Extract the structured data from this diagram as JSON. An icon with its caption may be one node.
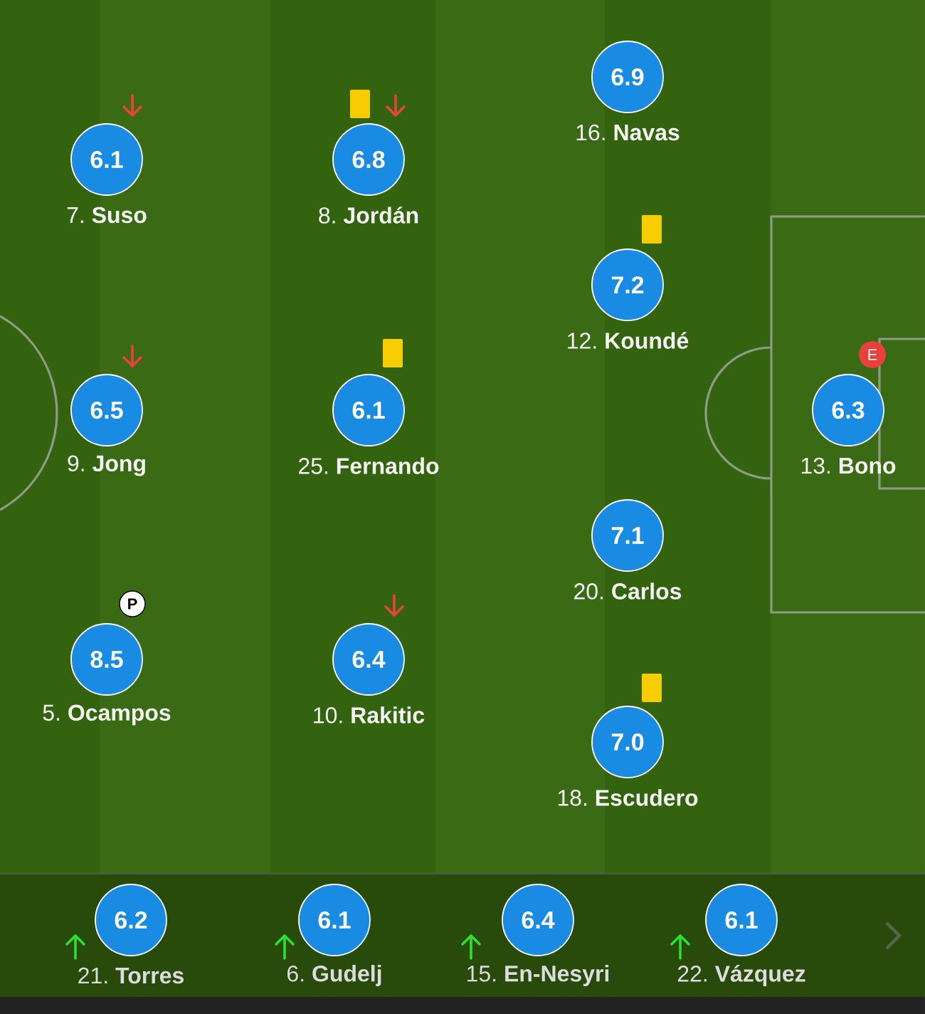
{
  "diagram": {
    "nodes": [
      {
        "text": [
          "6.9"
        ],
        "beside": [
          "16. **Navas**"
        ]
      },
      {
        "text": [
          "6.1"
        ],
        "beside": [
          "7. **Suso**"
        ]
      },
      {
        "text": [
          "6.8"
        ],
        "beside": [
          "8. **Jordán**"
        ]
      },
      {
        "text": [
          "7.2"
        ],
        "beside": [
          "12. **Koundé**"
        ]
      },
      {
        "text": [
          "E"
        ]
      },
      {
        "text": [
          "6.5"
        ],
        "beside": [
          "9. **Jong**"
        ]
      },
      {
        "text": [
          "6.1"
        ],
        "beside": [
          "25. **Fernando**"
        ]
      },
      {
        "text": [
          "6.3"
        ],
        "beside": [
          "13. **Bono**"
        ]
      },
      {
        "text": [
          "7.1"
        ],
        "beside": [
          "20. **Carlos**"
        ]
      },
      {
        "text": [
          "P"
        ]
      },
      {
        "text": [
          "8.5"
        ],
        "beside": [
          "5. **Ocampos**"
        ]
      },
      {
        "text": [
          "6.4"
        ],
        "beside": [
          "10. **Rakitic**"
        ]
      },
      {
        "text": [
          "7.0"
        ],
        "beside": [
          "18. **Escudero**"
        ]
      },
      {
        "text": [
          "6.2"
        ],
        "beside": [
          "21. **Torres**"
        ]
      },
      {
        "text": [
          "6.1"
        ],
        "beside": [
          "6. **Gudelj**"
        ]
      },
      {
        "text": [
          "6.4"
        ],
        "beside": [
          "15. **En-Nesyri**"
        ]
      },
      {
        "text": [
          "6.1"
        ],
        "beside": [
          "22. **Vázquez**"
        ]
      }
    ]
  }
}
